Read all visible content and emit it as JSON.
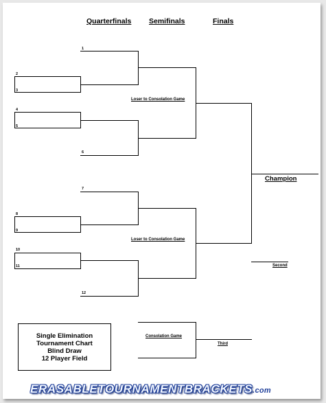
{
  "headers": {
    "quarterfinals": "Quarterfinals",
    "semifinals": "Semifinals",
    "finals": "Finals"
  },
  "seeds": [
    "1",
    "2",
    "3",
    "4",
    "5",
    "6",
    "7",
    "8",
    "9",
    "10",
    "11",
    "12"
  ],
  "labels": {
    "loser_top": "Loser to Consolation Game",
    "loser_bottom": "Loser to Consolation Game",
    "champion": "Champion",
    "second": "Second",
    "consolation_game": "Consolation Game",
    "third": "Third"
  },
  "info": {
    "line1": "Single Elimination",
    "line2": "Tournament Chart",
    "line3": "Blind Draw",
    "line4": "12 Player Field"
  },
  "brand": {
    "name": "ERASABLETOURNAMENTBRACKETS",
    "suffix": ".com"
  }
}
